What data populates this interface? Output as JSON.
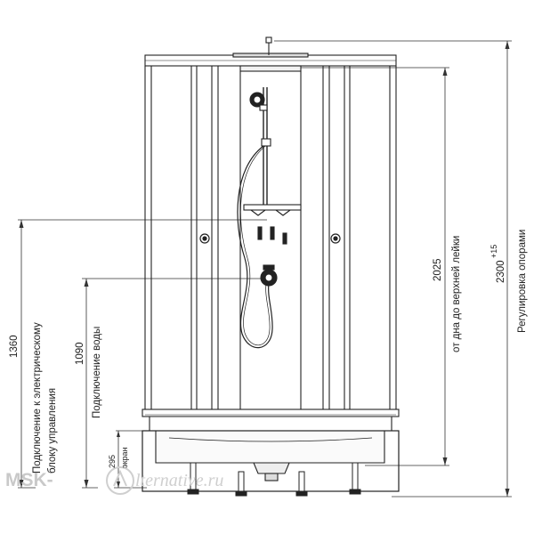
{
  "drawing": {
    "title": "",
    "dimensions": {
      "d1360": {
        "value": "1360",
        "label_line1": "Подключение к электрическому",
        "label_line2": "блоку управления"
      },
      "d1090": {
        "value": "1090",
        "label": "Подключение воды"
      },
      "d295": {
        "value": "295",
        "label": "экран"
      },
      "d2025": {
        "value": "2025",
        "label": "от дна до верхней лейки"
      },
      "d2300": {
        "value": "2300",
        "tolerance": "+15",
        "label": "Регулировка опорами"
      }
    },
    "watermark": {
      "brand": "MSK-",
      "brand_tail": "lternative.ru"
    }
  }
}
